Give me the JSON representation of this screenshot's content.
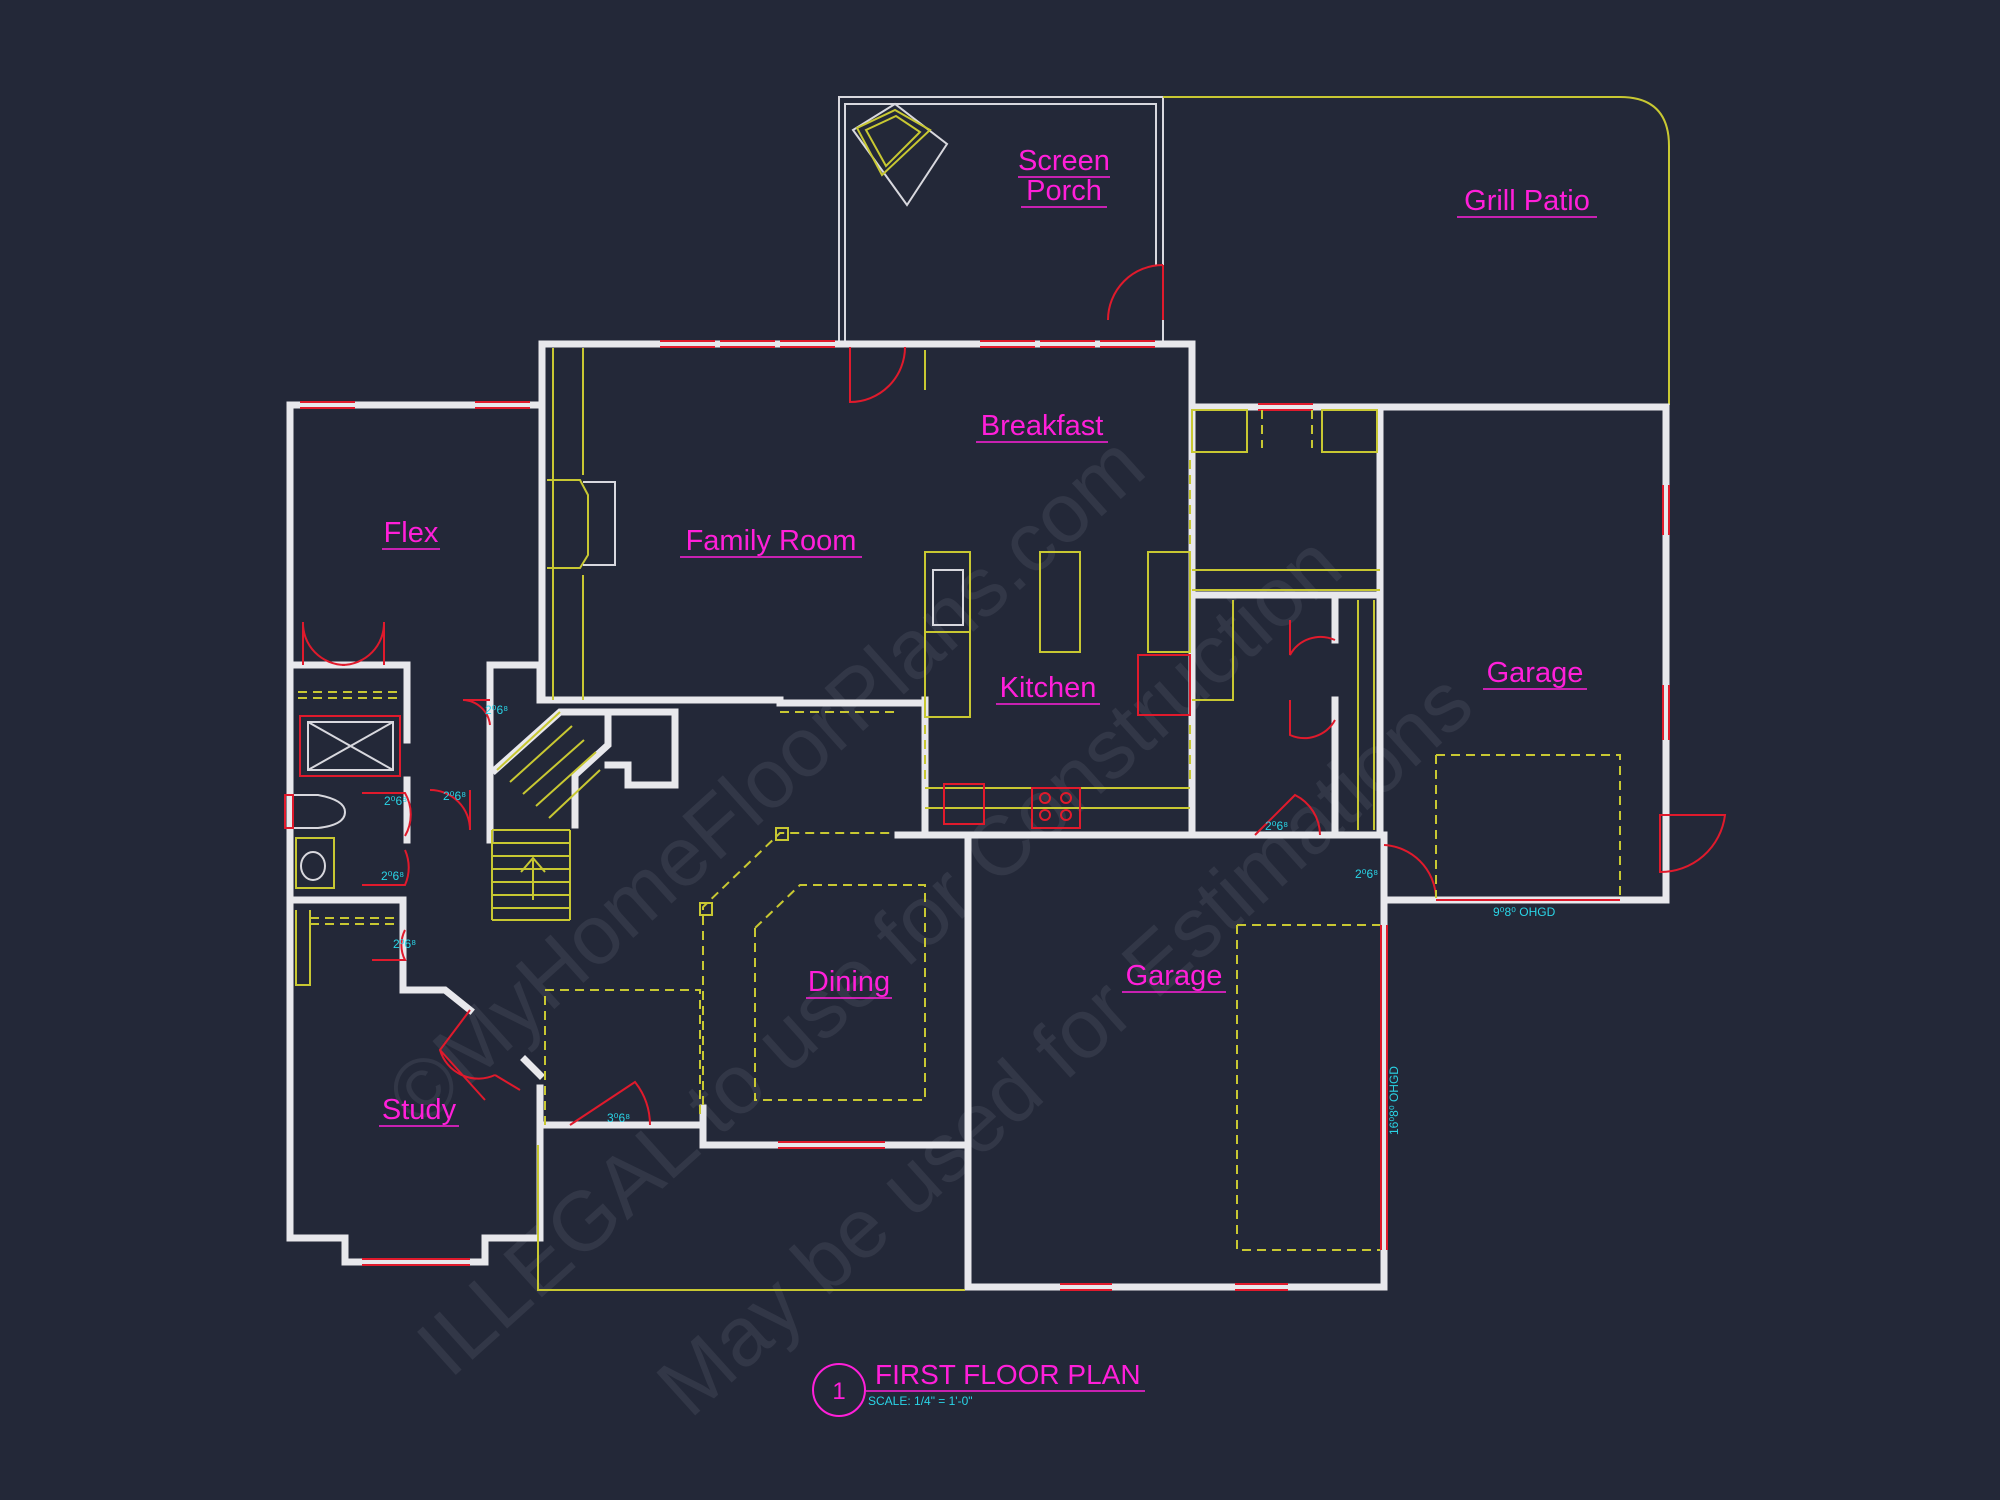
{
  "plan": {
    "title": "FIRST FLOOR PLAN",
    "scale": "SCALE: 1/4\" = 1'-0\"",
    "sheet_number": "1"
  },
  "rooms": {
    "screen_porch_line1": "Screen",
    "screen_porch_line2": "Porch",
    "grill_patio": "Grill Patio",
    "breakfast": "Breakfast",
    "family_room": "Family Room",
    "flex": "Flex",
    "kitchen": "Kitchen",
    "garage_right": "Garage",
    "garage_main": "Garage",
    "dining": "Dining",
    "study": "Study"
  },
  "dimensions": {
    "door_flex_closet": "2⁰6⁸",
    "door_bath_1": "2⁰6⁸",
    "door_hall_1": "2⁰6⁸",
    "door_bath_2": "2⁰6⁸",
    "door_closet_2": "2⁰6⁸",
    "door_front": "3⁰6⁸",
    "door_mud": "2⁰6⁸",
    "door_garage": "2⁰6⁸",
    "ohgd_small": "9⁰8⁰ OHGD",
    "ohgd_large": "16⁰8⁰ OHGD"
  },
  "watermark": {
    "line1": "©MyHomeFloorPlans.com",
    "line2": "ILLEGAL to use for Construction",
    "line3": "May be used for Estimations"
  },
  "colors": {
    "background": "#232838",
    "walls": "#e8e8ec",
    "labels": "#ff1fd9",
    "dimensions": "#2ad4e6",
    "fixtures": "#c8c832",
    "doors_windows": "#e01a2c"
  }
}
